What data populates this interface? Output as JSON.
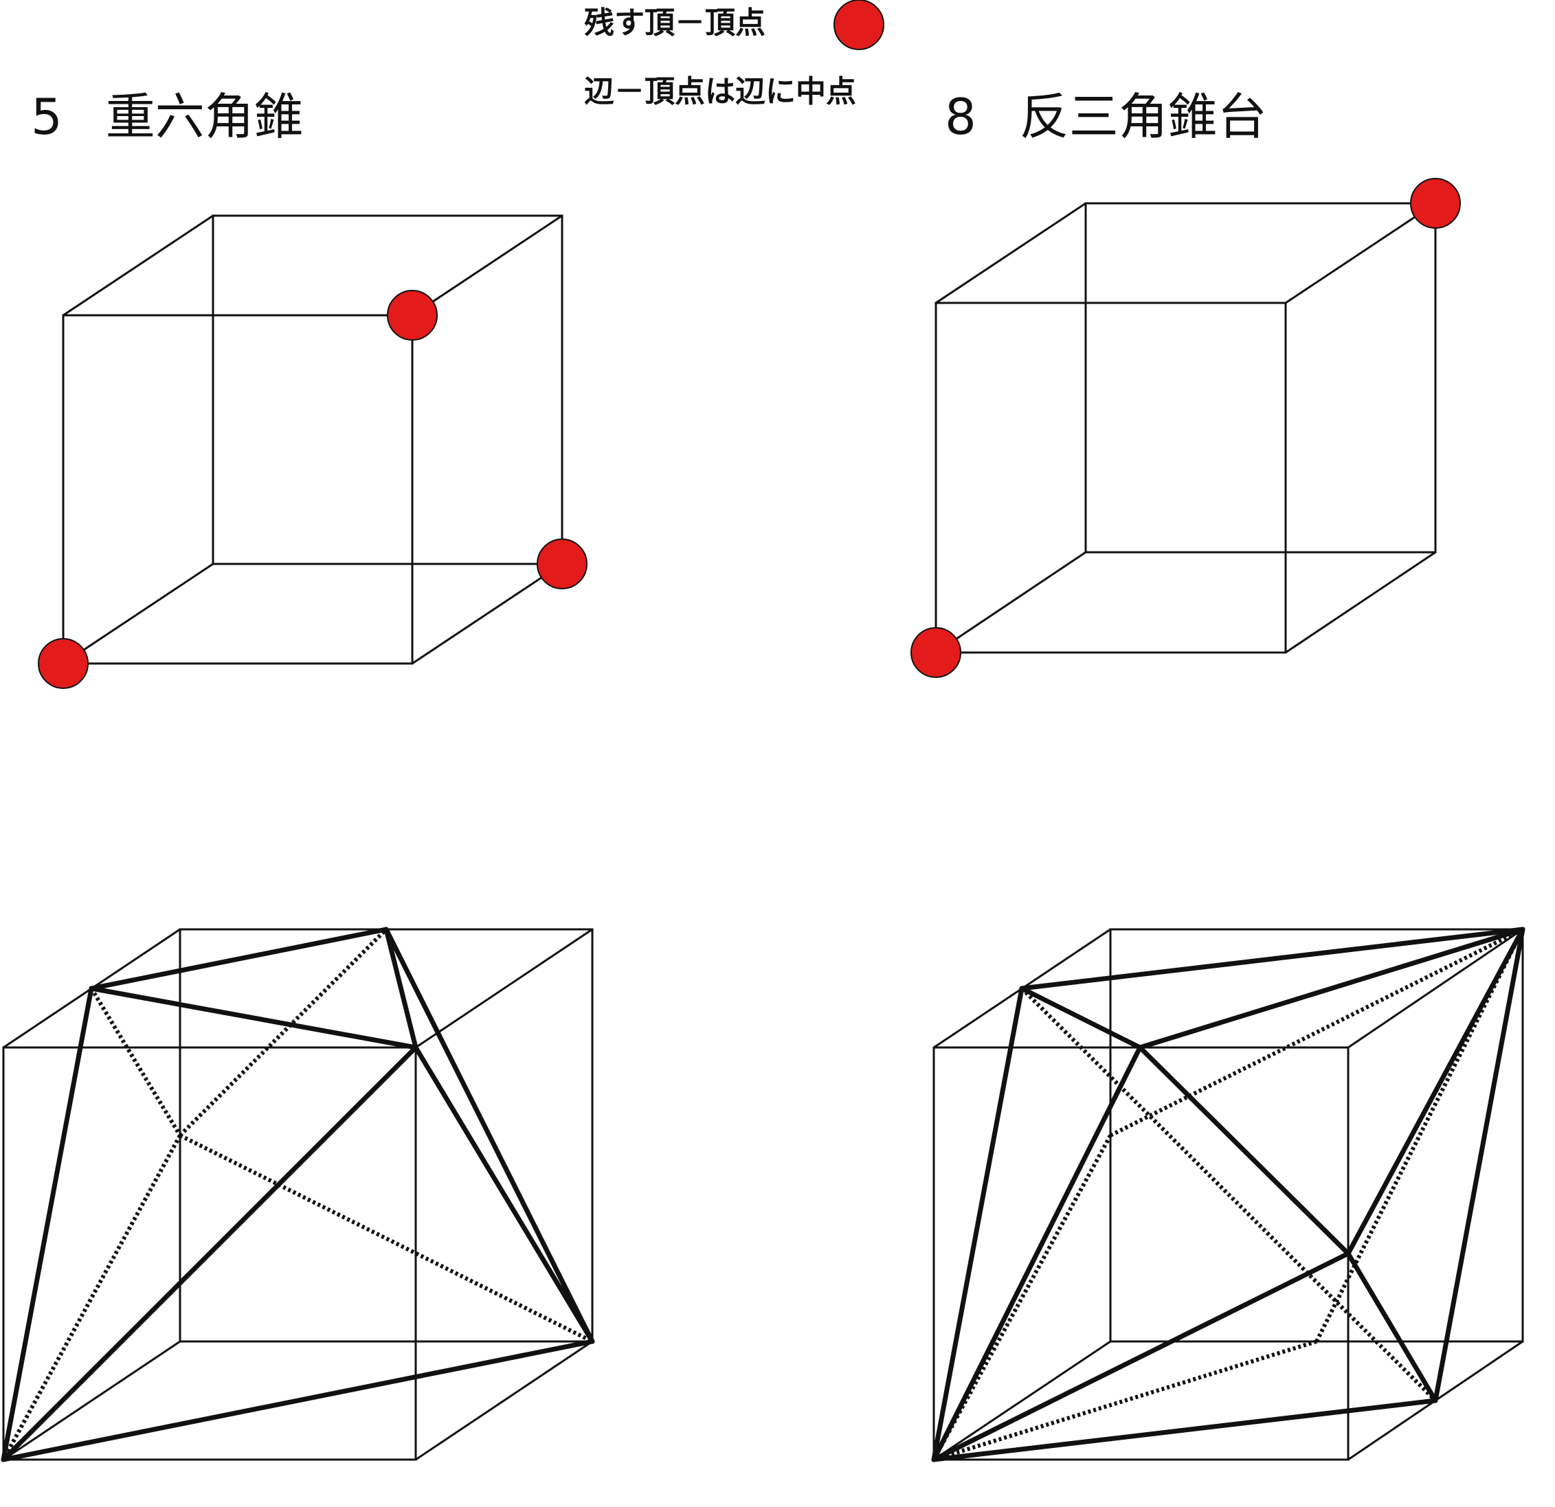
{
  "legend": {
    "marker_text": "残す頂－頂点",
    "edge_text": "辺－頂点は辺に中点",
    "marker_color": "#e31b1b"
  },
  "panels": [
    {
      "number": "5",
      "name": "重六角錐"
    },
    {
      "number": "8",
      "name": "反三角錐台"
    }
  ]
}
